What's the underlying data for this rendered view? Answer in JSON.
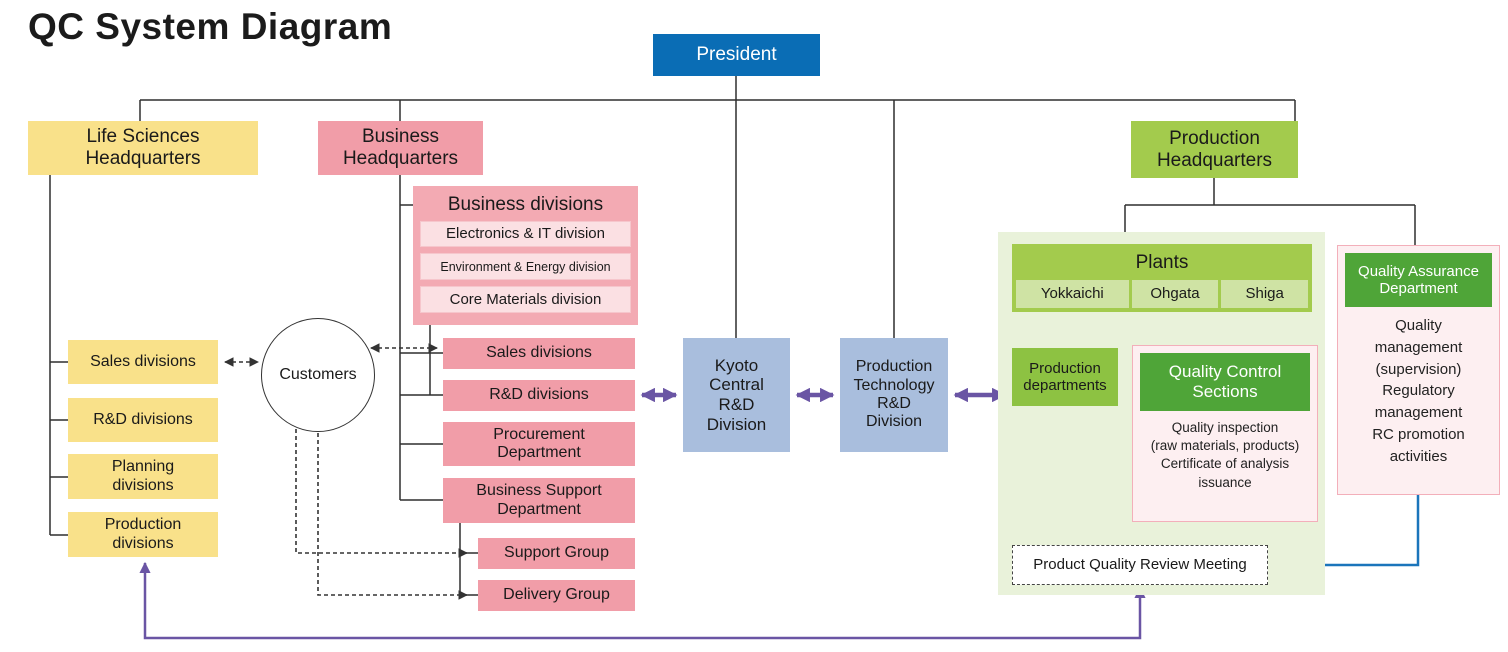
{
  "title": "QC System Diagram",
  "nodes": {
    "president": {
      "label": "President"
    },
    "life_sciences_hq": {
      "label": "Life Sciences\nHeadquarters"
    },
    "business_hq": {
      "label": "Business\nHeadquarters"
    },
    "production_hq": {
      "label": "Production\nHeadquarters"
    },
    "business_divisions": {
      "label": "Business divisions",
      "items": [
        "Electronics & IT division",
        "Environment & Energy division",
        "Core Materials division"
      ]
    },
    "ls_sales_divisions": {
      "label": "Sales divisions"
    },
    "ls_rd_divisions": {
      "label": "R&D divisions"
    },
    "ls_planning_divisions": {
      "label": "Planning\ndivisions"
    },
    "ls_production_divisions": {
      "label": "Production\ndivisions"
    },
    "customers": {
      "label": "Customers"
    },
    "biz_sales_divisions": {
      "label": "Sales divisions"
    },
    "biz_rd_divisions": {
      "label": "R&D divisions"
    },
    "procurement_department": {
      "label": "Procurement\nDepartment"
    },
    "business_support_department": {
      "label": "Business Support\nDepartment"
    },
    "support_group": {
      "label": "Support Group"
    },
    "delivery_group": {
      "label": "Delivery Group"
    },
    "kyoto_central_rd": {
      "label": "Kyoto\nCentral\nR&D\nDivision"
    },
    "production_technology_rd": {
      "label": "Production\nTechnology\nR&D\nDivision"
    },
    "plants": {
      "label": "Plants",
      "items": [
        "Yokkaichi",
        "Ohgata",
        "Shiga"
      ]
    },
    "production_departments": {
      "label": "Production\ndepartments"
    },
    "quality_control_sections": {
      "label": "Quality Control\nSections",
      "body": "Quality inspection\n(raw materials, products)\nCertificate of analysis\nissuance"
    },
    "quality_assurance_department": {
      "label": "Quality Assurance\nDepartment",
      "body": "Quality\nmanagement\n(supervision)\nRegulatory\nmanagement\nRC promotion\nactivities"
    },
    "product_quality_review_meeting": {
      "label": "Product Quality Review Meeting"
    }
  },
  "colors": {
    "president_blue": "#0a6db5",
    "yellow": "#f9e18a",
    "pink": "#f19da8",
    "pink_light": "#fbe0e3",
    "lavender": "#a9bedd",
    "green_bright": "#a3cb4d",
    "green_cell": "#cfe3a4",
    "green_panel": "#e9f2da",
    "green_mid": "#8dc242",
    "green_deep": "#4fa538",
    "pink_pale": "#fdeff1",
    "purple_arrow": "#6a55a4",
    "blue_arrow": "#1b75bb",
    "line": "#2f2f2f"
  }
}
